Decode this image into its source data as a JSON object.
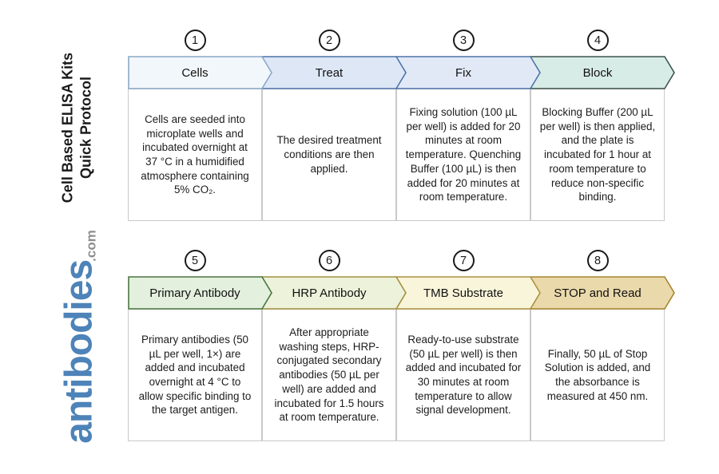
{
  "sidebar": {
    "title_line1": "Cell Based ELISA Kits",
    "title_line2": "Quick Protocol",
    "logo_text": "antibodies",
    "logo_suffix": ".com",
    "logo_color": "#4d83b8",
    "logo_suffix_color": "#8e8e8e"
  },
  "diagram": {
    "body_border_color": "#c9c9c9",
    "rows": [
      {
        "steps": [
          {
            "number": "1",
            "label": "Cells",
            "description": "Cells are seeded into microplate wells and incubated overnight at 37 °C in a humidified atmosphere containing 5% CO₂.",
            "fill": "#f2f7fb",
            "stroke": "#8aa9c7"
          },
          {
            "number": "2",
            "label": "Treat",
            "description": "The desired treatment conditions are then applied.",
            "fill": "#dde7f6",
            "stroke": "#4d74a8"
          },
          {
            "number": "3",
            "label": "Fix",
            "description": "Fixing solution (100 µL per well) is added for 20 minutes at room temperature. Quenching Buffer (100 µL) is then added for 20 minutes at room temperature.",
            "fill": "#e1e9f7",
            "stroke": "#4d74a8"
          },
          {
            "number": "4",
            "label": "Block",
            "description": "Blocking Buffer (200 µL per well) is then applied, and the plate is incubated for 1 hour at room temperature to reduce non-specific binding.",
            "fill": "#d8ece7",
            "stroke": "#3f544c"
          }
        ]
      },
      {
        "steps": [
          {
            "number": "5",
            "label": "Primary Antibody",
            "description": "Primary antibodies (50 µL per well, 1×) are added and incubated overnight at 4 °C to allow specific binding to the target antigen.",
            "fill": "#e4f0de",
            "stroke": "#4b7540"
          },
          {
            "number": "6",
            "label": "HRP Antibody",
            "description": "After appropriate washing steps, HRP-conjugated secondary antibodies (50 µL per well) are added and incubated for 1.5 hours at room temperature.",
            "fill": "#edf2da",
            "stroke": "#a0913f"
          },
          {
            "number": "7",
            "label": "TMB Substrate",
            "description": "Ready-to-use substrate (50 µL per well) is then added and incubated for 30 minutes at room temperature to allow signal development.",
            "fill": "#f9f5da",
            "stroke": "#ad9141"
          },
          {
            "number": "8",
            "label": "STOP and Read",
            "description": "Finally, 50 µL of Stop Solution is added, and the absorbance is measured at 450 nm.",
            "fill": "#ead9ab",
            "stroke": "#a8852e"
          }
        ]
      }
    ]
  }
}
